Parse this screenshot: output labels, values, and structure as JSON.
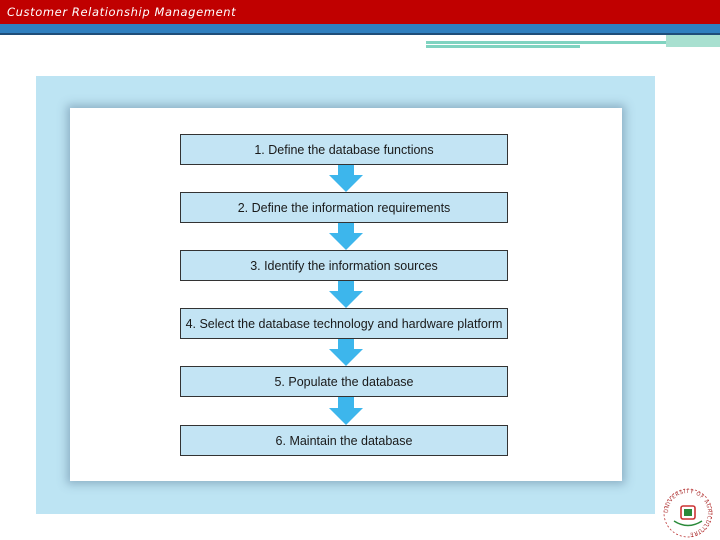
{
  "header": {
    "title": "Customer Relationship Management"
  },
  "diagram": {
    "steps": [
      "1. Define the database functions",
      "2. Define the information requirements",
      "3. Identify the information sources",
      "4. Select the database technology and hardware platform",
      "5. Populate the database",
      "6. Maintain the database"
    ]
  },
  "logo": {
    "text": "UNIVERSITY OF AGRICULTURE"
  },
  "colors": {
    "header_red": "#c00000",
    "stripe_blue": "#2f7fbf",
    "panel": "#bde4f3",
    "step_fill": "#c3e4f4",
    "arrow": "#3db6ec"
  },
  "icons": {
    "arrow": "arrow-down-icon",
    "logo": "university-seal-icon"
  }
}
